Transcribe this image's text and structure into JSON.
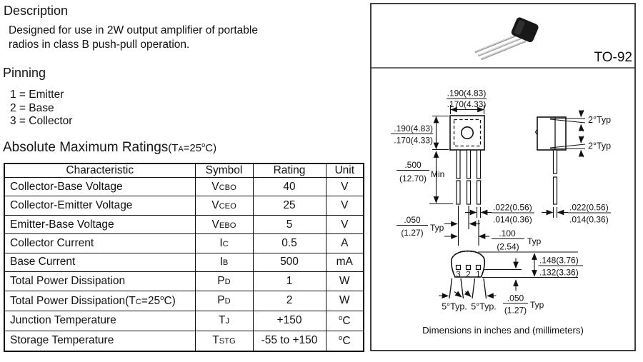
{
  "left": {
    "description": {
      "heading": "Description",
      "lines": [
        "Designed for use in 2W output amplifier of portable",
        "radios in class B push-pull operation."
      ]
    },
    "pinning": {
      "heading": "Pinning",
      "pins": [
        "1 = Emitter",
        "2 = Base",
        "3 = Collector"
      ]
    },
    "ratings": {
      "heading": "Absolute Maximum Ratings",
      "heading_suffix": [
        {
          "t": "(T"
        },
        {
          "t": "A",
          "s": "sub"
        },
        {
          "t": "=25"
        },
        {
          "t": "o",
          "s": "sup"
        },
        {
          "t": "C)"
        }
      ],
      "columns": [
        "Characteristic",
        "Symbol",
        "Rating",
        "Unit"
      ],
      "rows": [
        {
          "characteristic": "Collector-Base Voltage",
          "symbol": {
            "base": "V",
            "sub": "CBO"
          },
          "rating": "40",
          "unit": "V"
        },
        {
          "characteristic": "Collector-Emitter Voltage",
          "symbol": {
            "base": "V",
            "sub": "CEO"
          },
          "rating": "25",
          "unit": "V"
        },
        {
          "characteristic": "Emitter-Base Voltage",
          "symbol": {
            "base": "V",
            "sub": "EBO"
          },
          "rating": "5",
          "unit": "V"
        },
        {
          "characteristic": "Collector Current",
          "symbol": {
            "base": "I",
            "sub": "C"
          },
          "rating": "0.5",
          "unit": "A"
        },
        {
          "characteristic": "Base Current",
          "symbol": {
            "base": "I",
            "sub": "B"
          },
          "rating": "500",
          "unit": "mA"
        },
        {
          "characteristic": "Total Power Dissipation",
          "symbol": {
            "base": "P",
            "sub": "D"
          },
          "rating": "1",
          "unit": "W"
        },
        {
          "characteristic": [
            {
              "t": "Total Power Dissipation(T"
            },
            {
              "t": "C",
              "s": "sub"
            },
            {
              "t": "=25"
            },
            {
              "t": "o",
              "s": "sup"
            },
            {
              "t": "C)"
            }
          ],
          "symbol": {
            "base": "P",
            "sub": "D"
          },
          "rating": "2",
          "unit": "W"
        },
        {
          "characteristic": "Junction Temperature",
          "symbol": {
            "base": "T",
            "sub": "J"
          },
          "rating": "+150",
          "unit": [
            {
              "t": "o",
              "s": "sup"
            },
            {
              "t": "C"
            }
          ]
        },
        {
          "characteristic": "Storage Temperature",
          "symbol": {
            "base": "T",
            "sub": "STG"
          },
          "rating": "-55 to +150",
          "unit": [
            {
              "t": "o",
              "s": "sup"
            },
            {
              "t": "C"
            }
          ]
        }
      ]
    }
  },
  "panel": {
    "package_name": "TO-92",
    "footnote": "Dimensions in inches and (millimeters)",
    "pin_numbers": [
      "3",
      "2",
      "1"
    ],
    "dims": {
      "front_width": {
        "top": ".190(4.83)",
        "bot": ".170(4.33)"
      },
      "front_height": {
        "top": ".190(4.83)",
        "bot": ".170(4.33)"
      },
      "lead_length": {
        "top": ".500",
        "bot": "(12.70)",
        "suffix": "Min"
      },
      "lead_width_front": {
        "top": ".022(0.56)",
        "bot": ".014(0.36)"
      },
      "lead_pitch": {
        "top": ".050",
        "bot": "(1.27)",
        "suffix": "Typ"
      },
      "lead_span": {
        "top": ".100",
        "bot": "(2.54)",
        "suffix": "Typ"
      },
      "lead_width_side": {
        "top": ".022(0.56)",
        "bot": ".014(0.36)"
      },
      "body_depth": {
        "top": ".148(3.76)",
        "bot": ".132(3.36)"
      },
      "standoff": {
        "top": ".050",
        "bot": "(1.27)",
        "suffix": "Typ"
      },
      "draft_angle_top": "2°Typ",
      "draft_angle_bottom": "2°Typ",
      "splay_angle_left": "5°Typ.",
      "splay_angle_right": "5°Typ."
    }
  }
}
